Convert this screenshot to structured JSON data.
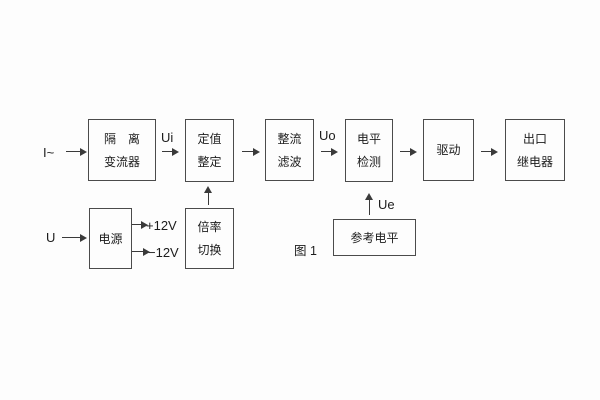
{
  "figure": {
    "caption": "图 1",
    "colors": {
      "line": "#3a3a3a",
      "box_border": "#4b4b4b",
      "text": "#1c1c1c",
      "background": "#fdfdfd"
    }
  },
  "blocks": {
    "isolation_transformer": {
      "line1": "隔　离",
      "line2": "变流器"
    },
    "setting_adjust": {
      "line1": "定值",
      "line2": "整定"
    },
    "rectifier_filter": {
      "line1": "整流",
      "line2": "滤波"
    },
    "level_detector": {
      "line1": "电平",
      "line2": "检测"
    },
    "driver": {
      "label": "驱动"
    },
    "output_relay": {
      "line1": "出口",
      "line2": "继电器"
    },
    "power_supply": {
      "label": "电源"
    },
    "ratio_switch": {
      "line1": "倍率",
      "line2": "切换"
    },
    "reference_level": {
      "label": "参考电平"
    }
  },
  "signals": {
    "input_current": "I~",
    "input_voltage": "U",
    "ui": "Ui",
    "uo": "Uo",
    "ue": "Ue",
    "plus_12v": "+12V",
    "minus_12v": "−12V"
  }
}
